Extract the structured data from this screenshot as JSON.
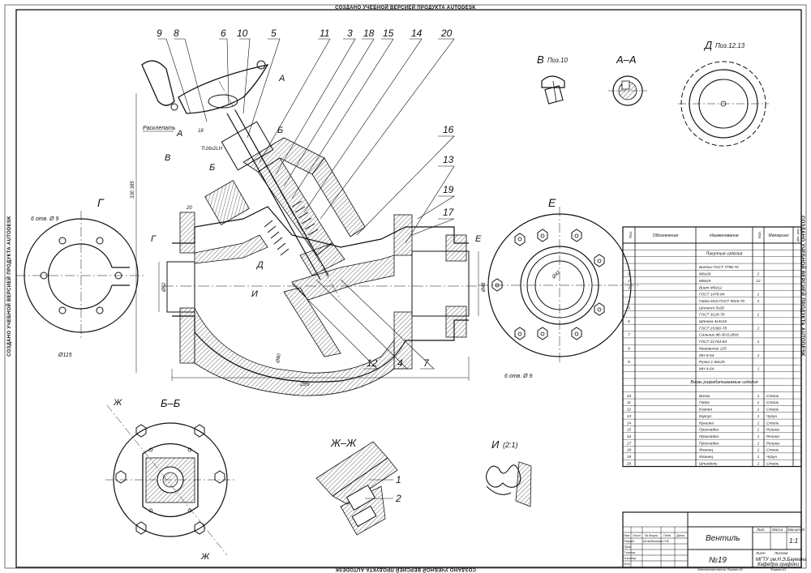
{
  "watermark": "СОЗДАНО УЧЕБНОЙ ВЕРСИЕЙ ПРОДУКТА AUTODESK",
  "views": {
    "v_view": "В",
    "v_pos": "Поз.10",
    "aa": "А–А",
    "d_view": "Д",
    "d_pos": "Поз.12,13",
    "g_view": "Г",
    "e_view": "Е",
    "bb": "Б–Б",
    "zhzh": "Ж–Ж",
    "i_view": "И",
    "i_scale": "(2:1)"
  },
  "callouts": [
    "9",
    "8",
    "6",
    "10",
    "5",
    "11",
    "3",
    "18",
    "15",
    "14",
    "20",
    "16",
    "13",
    "19",
    "17",
    "12",
    "4",
    "7"
  ],
  "zh_callouts": [
    "1",
    "2"
  ],
  "markers": {
    "a": "А",
    "b": "Б",
    "v": "В",
    "g": "Г",
    "e": "Е",
    "d": "Д",
    "i": "И",
    "zh": "Ж"
  },
  "notes": {
    "rasklepat": "Расклепать",
    "thread": "Tr16x2LH",
    "dim18": "18",
    "holes_left": "6 отв. Ø 9",
    "holes_right": "6 отв. Ø 9",
    "d115": "Ø115",
    "d52": "Ø52",
    "d48": "Ø48",
    "d42": "Ø42",
    "d80": "Ø80",
    "len": "295",
    "height": "330 385",
    "dim20": "20"
  },
  "spec": {
    "headers": [
      "Поз.",
      "Обозначение",
      "Наименование",
      "Кол.",
      "Материал",
      "Доп. указ."
    ],
    "section_std": "Покупные изделия",
    "std_rows": [
      {
        "pos": "",
        "name": "Болты ГОСТ 7798-70",
        "qty": ""
      },
      {
        "pos": "1",
        "name": "М6х28",
        "qty": "2"
      },
      {
        "pos": "2",
        "name": "М8х25",
        "qty": "12"
      },
      {
        "pos": "3",
        "name": "Винт М5х12",
        "qty": ""
      },
      {
        "pos": "",
        "name": "ГОСТ 1478-84",
        "qty": "1"
      },
      {
        "pos": "4",
        "name": "Гайка М10 ГОСТ 5915-70",
        "qty": "1"
      },
      {
        "pos": "5",
        "name": "Шплинт 5х28",
        "qty": ""
      },
      {
        "pos": "",
        "name": "ГОСТ 3129-70",
        "qty": "1"
      },
      {
        "pos": "6",
        "name": "Шпонка 4х4х16",
        "qty": ""
      },
      {
        "pos": "",
        "name": "ГОСТ 23360-78",
        "qty": "1"
      },
      {
        "pos": "7",
        "name": "Сальник 48-30-8,28х6",
        "qty": ""
      },
      {
        "pos": "",
        "name": "ГОСТ 21744-83",
        "qty": "1"
      },
      {
        "pos": "8",
        "name": "Маховичок 125",
        "qty": ""
      },
      {
        "pos": "",
        "name": "МН 8-64",
        "qty": "1"
      },
      {
        "pos": "9",
        "name": "Ручка 1 60х25",
        "qty": ""
      },
      {
        "pos": "",
        "name": "МН 4-64",
        "qty": "1"
      }
    ],
    "section_dev": "Вновь разрабатываемые изделия",
    "dev_rows": [
      {
        "pos": "10",
        "name": "Валик",
        "qty": "1",
        "mat": "Сталь"
      },
      {
        "pos": "11",
        "name": "Гайка",
        "qty": "1",
        "mat": "Сталь"
      },
      {
        "pos": "12",
        "name": "Клапан",
        "qty": "1",
        "mat": "Сталь"
      },
      {
        "pos": "13",
        "name": "Корпус",
        "qty": "1",
        "mat": "Чугун"
      },
      {
        "pos": "14",
        "name": "Крышка",
        "qty": "1",
        "mat": "Сталь"
      },
      {
        "pos": "15",
        "name": "Прокладка",
        "qty": "1",
        "mat": "Резина"
      },
      {
        "pos": "16",
        "name": "Прокладка",
        "qty": "1",
        "mat": "Резина"
      },
      {
        "pos": "17",
        "name": "Прокладка",
        "qty": "1",
        "mat": "Резина"
      },
      {
        "pos": "18",
        "name": "Фланец",
        "qty": "1",
        "mat": "Сталь"
      },
      {
        "pos": "19",
        "name": "Фланец",
        "qty": "1",
        "mat": "Чугун"
      },
      {
        "pos": "20",
        "name": "Шпиндель",
        "qty": "1",
        "mat": "Сталь"
      }
    ]
  },
  "titleblock": {
    "name": "Вентиль",
    "number": "№19",
    "org1": "МГТУ им.Н.Э.Баумана",
    "org2": "Кафедра графики",
    "scale_label": "Масштаб",
    "scale": "1:1",
    "mass_label": "Масса",
    "lit_label": "Лит.",
    "sheet_label": "Лист",
    "sheets_label": "Листов",
    "row_labels": [
      "Изм.",
      "Лист",
      "№ докум.",
      "Подп.",
      "Дата"
    ],
    "razrab": "Разраб.",
    "prov": "Пров.",
    "tkontr": "Т.контр.",
    "nkontr": "Н.контр.",
    "utv": "Утв.",
    "author": "Бенедиктова Н.В.",
    "format": "Формат А3",
    "copy": "Электронная версия, Формат А3"
  }
}
